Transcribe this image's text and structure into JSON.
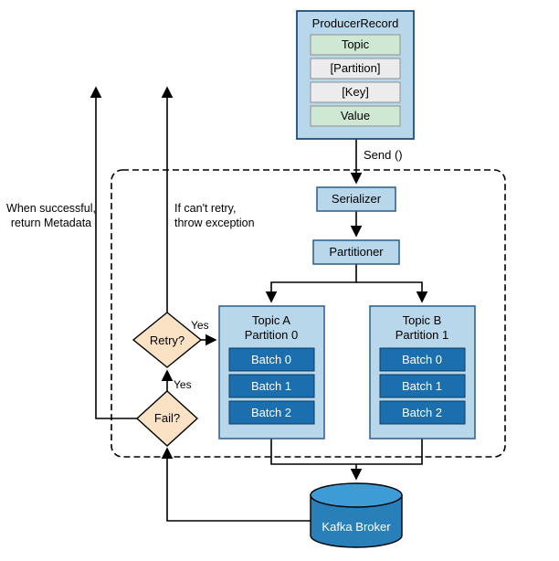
{
  "title": "Kafka producer flow diagram",
  "colors": {
    "box_fill": "#b9d7ea",
    "field_green": "#cfe8d4",
    "field_gray": "#ececec",
    "batch_fill": "#1b6fae",
    "diamond_fill": "#fbe2c5",
    "broker_fill": "#2980b9",
    "broker_top_fill": "#3d9bd5"
  },
  "producer_record": {
    "title": "ProducerRecord",
    "fields": [
      "Topic",
      "[Partition]",
      "[Key]",
      "Value"
    ]
  },
  "flow": {
    "send_label": "Send ()",
    "serializer": "Serializer",
    "partitioner": "Partitioner",
    "retry": "Retry?",
    "fail": "Fail?",
    "yes_retry": "Yes",
    "yes_fail": "Yes",
    "success_label_line1": "When successful,",
    "success_label_line2": "return Metadata",
    "exception_label_line1": "If can't retry,",
    "exception_label_line2": "throw exception",
    "broker": "Kafka Broker"
  },
  "topic_a": {
    "title": "Topic A",
    "subtitle": "Partition 0",
    "batches": [
      "Batch 0",
      "Batch 1",
      "Batch 2"
    ]
  },
  "topic_b": {
    "title": "Topic B",
    "subtitle": "Partition 1",
    "batches": [
      "Batch 0",
      "Batch 1",
      "Batch 2"
    ]
  }
}
